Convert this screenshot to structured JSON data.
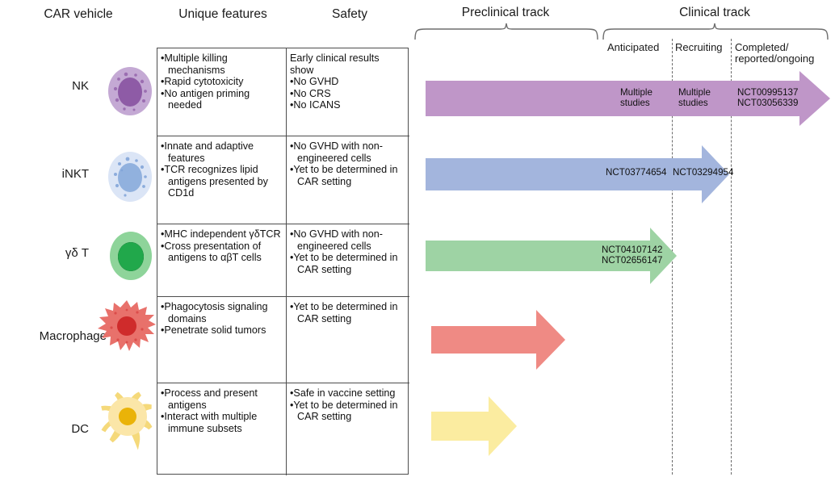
{
  "headers": {
    "car_vehicle": "CAR vehicle",
    "unique_features": "Unique features",
    "safety": "Safety",
    "preclinical_track": "Preclinical track",
    "clinical_track": "Clinical track"
  },
  "clinical_stages": [
    {
      "label": "Anticipated"
    },
    {
      "label": "Recruiting"
    },
    {
      "label": "Completed/\nreported/ongoing"
    }
  ],
  "rows": [
    {
      "vehicle": "NK",
      "color": "#bf96c8",
      "cell_icon": "nk-cell-icon",
      "features": [
        {
          "text": "Multiple killing mechanisms",
          "bullet": true
        },
        {
          "text": "Rapid cytotoxicity",
          "bullet": true
        },
        {
          "text": "No antigen priming needed",
          "bullet": true
        }
      ],
      "safety": [
        {
          "text": "Early clinical results show",
          "bullet": false
        },
        {
          "text": "No GVHD",
          "bullet": true
        },
        {
          "text": "No CRS",
          "bullet": true
        },
        {
          "text": "No ICANS",
          "bullet": true
        }
      ],
      "track_labels": [
        {
          "stage": "anticipated",
          "text": "Multiple\nstudies"
        },
        {
          "stage": "recruiting",
          "text": "Multiple\nstudies"
        },
        {
          "stage": "completed",
          "text": "NCT00995137\nNCT03056339"
        }
      ]
    },
    {
      "vehicle": "iNKT",
      "color": "#a3b5dd",
      "cell_icon": "inkt-cell-icon",
      "features": [
        {
          "text": "Innate and adaptive features",
          "bullet": true
        },
        {
          "text": "TCR recognizes lipid antigens presented by CD1d",
          "bullet": true
        }
      ],
      "safety": [
        {
          "text": "No GVHD with non-engineered cells",
          "bullet": true
        },
        {
          "text": "Yet to be determined in CAR setting",
          "bullet": true
        }
      ],
      "track_labels": [
        {
          "stage": "anticipated",
          "text": "NCT03774654"
        },
        {
          "stage": "recruiting",
          "text": "NCT03294954"
        }
      ]
    },
    {
      "vehicle": "γδ T",
      "color": "#9ed3a4",
      "cell_icon": "gdt-cell-icon",
      "features": [
        {
          "text": "MHC independent γδTCR",
          "bullet": true
        },
        {
          "text": "Cross presentation of antigens to αβT cells",
          "bullet": true
        }
      ],
      "safety": [
        {
          "text": "No GVHD with non-engineered cells",
          "bullet": true
        },
        {
          "text": "Yet to be determined in CAR setting",
          "bullet": true
        }
      ],
      "track_labels": [
        {
          "stage": "anticipated",
          "text": "NCT04107142\nNCT02656147"
        }
      ]
    },
    {
      "vehicle": "Macrophage",
      "color": "#ef8a84",
      "cell_icon": "macrophage-cell-icon",
      "features": [
        {
          "text": "Phagocytosis signaling domains",
          "bullet": true
        },
        {
          "text": "Penetrate solid tumors",
          "bullet": true
        }
      ],
      "safety": [
        {
          "text": "Yet to be determined in CAR setting",
          "bullet": true
        }
      ],
      "track_labels": []
    },
    {
      "vehicle": "DC",
      "color": "#fbecA0",
      "cell_icon": "dc-cell-icon",
      "features": [
        {
          "text": "Process and present antigens",
          "bullet": true
        },
        {
          "text": "Interact with multiple immune subsets",
          "bullet": true
        }
      ],
      "safety": [
        {
          "text": "Safe in vaccine setting",
          "bullet": true
        },
        {
          "text": "Yet to be determined in CAR setting",
          "bullet": true
        }
      ],
      "track_labels": []
    }
  ],
  "colors": {
    "nk": "#bf96c8",
    "inkt": "#a3b5dd",
    "gdt": "#9ed3a4",
    "macrophage": "#ef8a84",
    "dc": "#fbeca0",
    "table_border": "#4d4d4d",
    "divider": "#6b6b6b"
  }
}
